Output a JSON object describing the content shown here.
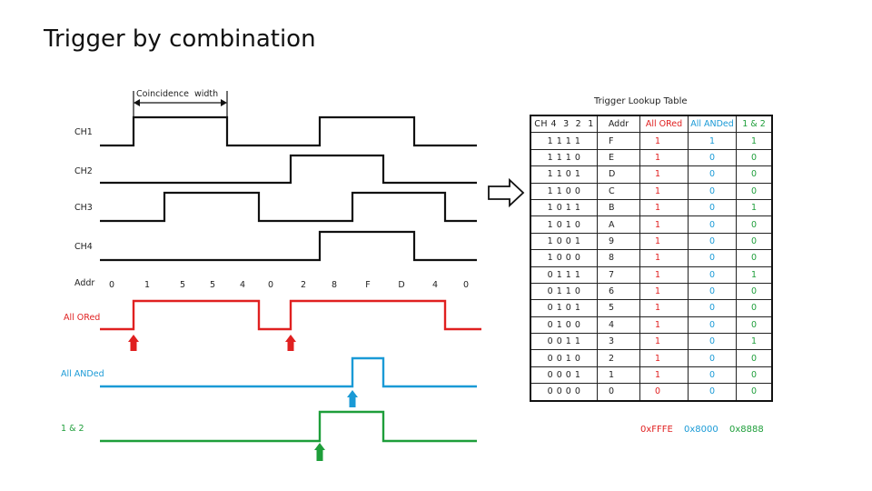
{
  "slide": {
    "title": "Trigger by combination"
  },
  "timing": {
    "coincidence_label": "Coincidence  width",
    "channel_labels": [
      "CH1",
      "CH2",
      "CH3",
      "CH4"
    ],
    "addr_label": "Addr",
    "addr_values": [
      "0",
      "1",
      "5",
      "5",
      "4",
      "0",
      "2",
      "8",
      "F",
      "D",
      "4",
      "0"
    ],
    "output_labels": [
      "All ORed",
      "All ANDed",
      "1 & 2"
    ],
    "colors": {
      "ored": "#e02020",
      "anded": "#1a9ad6",
      "and12": "#1e9e3a",
      "channel": "#111111"
    }
  },
  "lookup": {
    "caption": "Trigger Lookup Table",
    "headers": [
      "CH 4  3  2  1",
      "Addr",
      "All ORed",
      "All ANDed",
      "1 & 2"
    ],
    "rows": [
      [
        "1 1 1 1",
        "F",
        "1",
        "1",
        "1"
      ],
      [
        "1 1 1 0",
        "E",
        "1",
        "0",
        "0"
      ],
      [
        "1 1 0 1",
        "D",
        "1",
        "0",
        "0"
      ],
      [
        "1 1 0 0",
        "C",
        "1",
        "0",
        "0"
      ],
      [
        "1 0 1 1",
        "B",
        "1",
        "0",
        "1"
      ],
      [
        "1 0 1 0",
        "A",
        "1",
        "0",
        "0"
      ],
      [
        "1 0 0 1",
        "9",
        "1",
        "0",
        "0"
      ],
      [
        "1 0 0 0",
        "8",
        "1",
        "0",
        "0"
      ],
      [
        "0 1 1 1",
        "7",
        "1",
        "0",
        "1"
      ],
      [
        "0 1 1 0",
        "6",
        "1",
        "0",
        "0"
      ],
      [
        "0 1 0 1",
        "5",
        "1",
        "0",
        "0"
      ],
      [
        "0 1 0 0",
        "4",
        "1",
        "0",
        "0"
      ],
      [
        "0 0 1 1",
        "3",
        "1",
        "0",
        "1"
      ],
      [
        "0 0 1 0",
        "2",
        "1",
        "0",
        "0"
      ],
      [
        "0 0 0 1",
        "1",
        "1",
        "0",
        "0"
      ],
      [
        "0 0 0 0",
        "0",
        "0",
        "0",
        "0"
      ]
    ],
    "footer": [
      "0xFFFE",
      "0x8000",
      "0x8888"
    ]
  }
}
